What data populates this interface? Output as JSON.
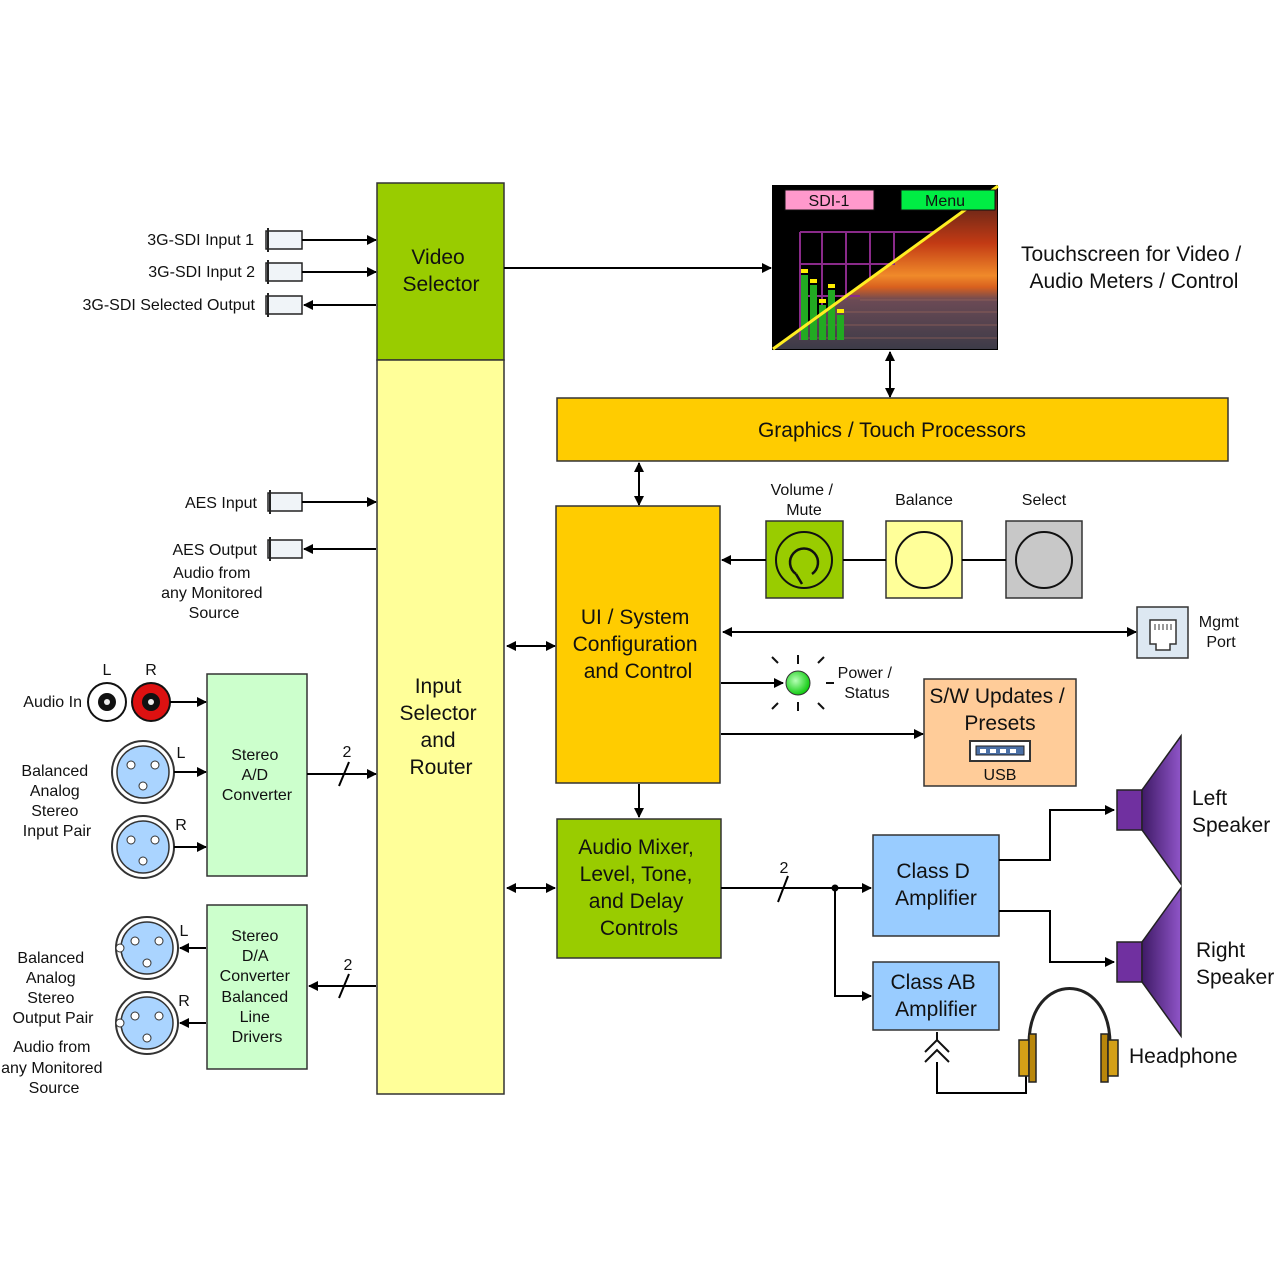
{
  "inputs": {
    "sdi_in_1": "3G-SDI Input 1",
    "sdi_in_2": "3G-SDI Input 2",
    "sdi_out": "3G-SDI Selected Output",
    "aes_in": "AES Input",
    "aes_out": "AES Output",
    "aes_out_sub": [
      "Audio from",
      "any Monitored",
      "Source"
    ],
    "audio_in": "Audio In",
    "rca_left": "L",
    "rca_right": "R",
    "bal_in": [
      "Balanced",
      "Analog",
      "Stereo",
      "Input Pair"
    ],
    "xlr_l": "L",
    "xlr_r": "R",
    "bal_out": [
      "Balanced",
      "Analog",
      "Stereo",
      "Output Pair"
    ],
    "bal_out_sub": [
      "Audio from",
      "any Monitored",
      "Source"
    ]
  },
  "blocks": {
    "video_selector": [
      "Video",
      "Selector"
    ],
    "input_selector": [
      "Input",
      "Selector",
      "and",
      "Router"
    ],
    "stereo_ad": [
      "Stereo",
      "A/D",
      "Converter"
    ],
    "stereo_da": [
      "Stereo",
      "D/A",
      "Converter",
      "Balanced",
      "Line",
      "Drivers"
    ],
    "graphics": "Graphics / Touch Processors",
    "ui_system": [
      "UI / System",
      "Configuration",
      "and Control"
    ],
    "audio_mixer": [
      "Audio Mixer,",
      "Level, Tone,",
      "and Delay",
      "Controls"
    ],
    "sw_updates": [
      "S/W Updates /",
      "Presets"
    ],
    "usb": "USB",
    "class_d": [
      "Class D",
      "Amplifier"
    ],
    "class_ab": [
      "Class AB",
      "Amplifier"
    ]
  },
  "bus": {
    "ad_width": "2",
    "da_width": "2",
    "amp_width": "2"
  },
  "touchscreen": {
    "sdi_tab": "SDI-1",
    "menu_tab": "Menu",
    "caption": [
      "Touchscreen for Video /",
      "Audio Meters / Control"
    ],
    "meter_levels": [
      0.65,
      0.55,
      0.35,
      0.5,
      0.25
    ]
  },
  "controls": {
    "volume": [
      "Volume /",
      "Mute"
    ],
    "balance": "Balance",
    "select": "Select",
    "mgmt": [
      "Mgmt",
      "Port"
    ],
    "power": [
      "Power /",
      "Status"
    ]
  },
  "outputs": {
    "left_speaker": [
      "Left",
      "Speaker"
    ],
    "right_speaker": [
      "Right",
      "Speaker"
    ],
    "headphone": "Headphone"
  },
  "colors": {
    "video_selector": "#99cc00",
    "input_selector": "#ffff99",
    "converter": "#ccffcc",
    "processor": "#ffcc00",
    "mixer": "#99cc00",
    "sw_updates": "#ffcc99",
    "amplifier": "#99ccff",
    "speaker": "#7030a0"
  }
}
